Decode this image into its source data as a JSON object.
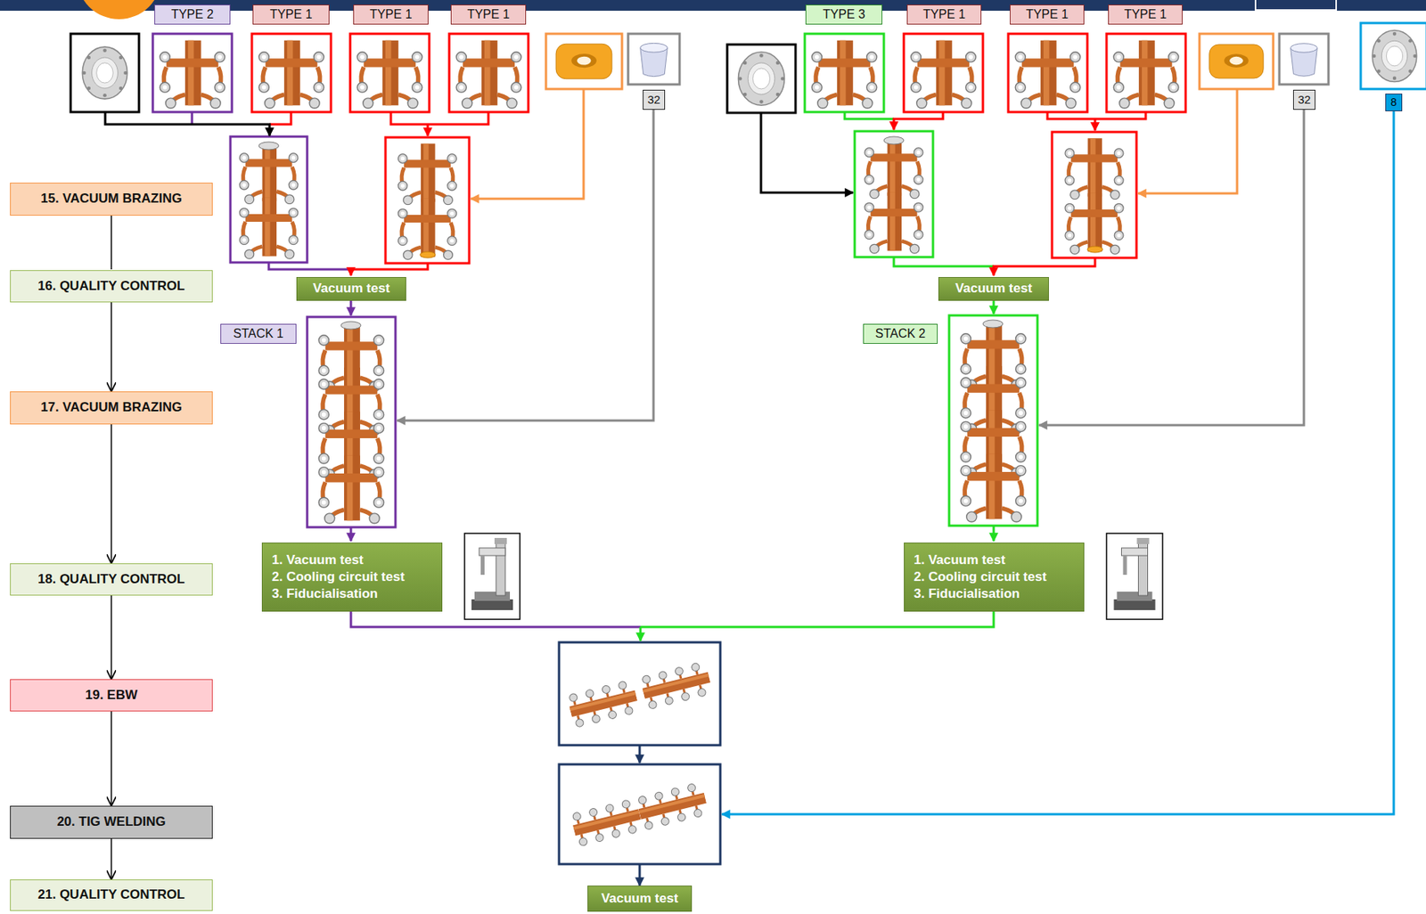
{
  "diagram": {
    "nodes": [
      {
        "text": [
          "TYPE 2"
        ]
      },
      {
        "text": [
          "TYPE 1"
        ]
      },
      {
        "text": [
          "TYPE 1"
        ]
      },
      {
        "text": [
          "TYPE 1"
        ]
      },
      {
        "text": [
          "TYPE 3"
        ]
      },
      {
        "text": [
          "TYPE 1"
        ]
      },
      {
        "text": [
          "TYPE 1"
        ]
      },
      {
        "text": [
          "TYPE 1"
        ]
      },
      {
        "text": [
          "32"
        ]
      },
      {
        "text": [
          "32"
        ]
      },
      {
        "text": [
          "8"
        ]
      },
      {
        "text": [
          "15. VACUUM BRAZING"
        ]
      },
      {
        "text": [
          "16. QUALITY CONTROL"
        ]
      },
      {
        "text": [
          "Vacuum test"
        ]
      },
      {
        "text": [
          "Vacuum test"
        ]
      },
      {
        "text": [
          "STACK 1"
        ]
      },
      {
        "text": [
          "STACK 2"
        ]
      },
      {
        "text": [
          "17. VACUUM BRAZING"
        ]
      },
      {
        "text": [
          "1. Vacuum test",
          "2. Cooling circuit test",
          "3. Fiducialisation"
        ]
      },
      {
        "text": [
          "1. Vacuum test",
          "2. Cooling circuit test",
          "3. Fiducialisation"
        ]
      },
      {
        "text": [
          "18. QUALITY CONTROL"
        ]
      },
      {
        "text": [
          "19. EBW"
        ]
      },
      {
        "text": [
          "20. TIG WELDING"
        ]
      },
      {
        "text": [
          "21. QUALITY CONTROL"
        ]
      },
      {
        "text": [
          "Vacuum test"
        ]
      }
    ],
    "edges": [
      {
        "from": 11,
        "to": 12,
        "arrow": "none"
      },
      {
        "from": 12,
        "to": 17,
        "arrow": "to"
      },
      {
        "from": 17,
        "to": 20,
        "arrow": "to"
      },
      {
        "from": 20,
        "to": 21,
        "arrow": "to"
      },
      {
        "from": 21,
        "to": 22,
        "arrow": "to"
      },
      {
        "from": 22,
        "to": 23,
        "arrow": "to"
      }
    ]
  }
}
